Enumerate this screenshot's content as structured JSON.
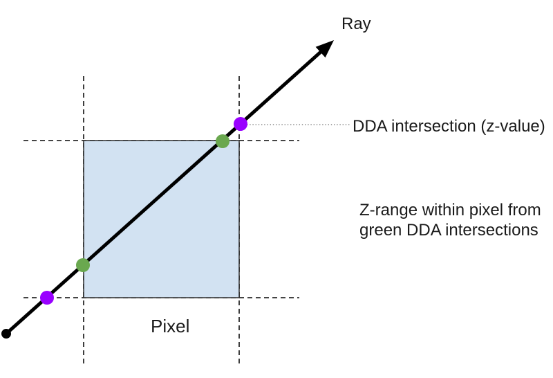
{
  "labels": {
    "ray": "Ray",
    "pixel": "Pixel",
    "dda_intersection": "DDA intersection (z-value)",
    "z_range_line1": "Z-range within pixel from",
    "z_range_line2": "green DDA intersections"
  },
  "colors": {
    "background": "#ffffff",
    "pixel_fill": "#D2E2F2",
    "pixel_border": "#2b2b2b",
    "ray": "#000000",
    "grid_dashed": "#2a2a2a",
    "leader_dotted": "#888888",
    "green_intersection_dot": "#6AA84F",
    "purple_intersection_dot": "#9900FF",
    "ray_origin_dot": "#000000",
    "text": "#1a1a1a"
  },
  "figure": {
    "dots": [
      {
        "role": "ray-origin",
        "color_name": "black"
      },
      {
        "role": "dda-intersection-on-lower-grid-line",
        "color_name": "purple"
      },
      {
        "role": "pixel-entry-intersection-left-edge",
        "color_name": "green"
      },
      {
        "role": "pixel-exit-intersection-top-edge",
        "color_name": "green"
      },
      {
        "role": "dda-intersection-on-right-grid-line",
        "color_name": "purple"
      }
    ]
  }
}
